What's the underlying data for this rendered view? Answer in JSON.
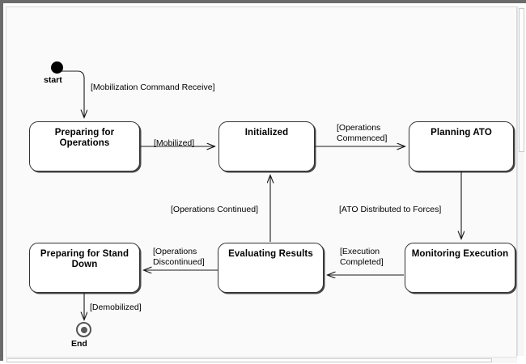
{
  "diagram": {
    "type": "uml-state-machine",
    "title": "",
    "colors": {
      "background": "#fafafa",
      "node_fill": "#ffffff",
      "node_stroke": "#333333",
      "edge_stroke": "#1a1a1a",
      "frame": "#6b6b6b"
    },
    "pseudo_states": [
      {
        "id": "start",
        "kind": "initial",
        "caption": "start"
      },
      {
        "id": "end",
        "kind": "final",
        "caption": "End"
      }
    ],
    "states": [
      {
        "id": "preparing-for-operations",
        "label": "Preparing for\nOperations"
      },
      {
        "id": "initialized",
        "label": "Initialized"
      },
      {
        "id": "planning-ato",
        "label": "Planning ATO"
      },
      {
        "id": "monitoring-execution",
        "label": "Monitoring Execution"
      },
      {
        "id": "evaluating-results",
        "label": "Evaluating Results"
      },
      {
        "id": "preparing-for-stand-down",
        "label": "Preparing for Stand\nDown"
      }
    ],
    "transitions": [
      {
        "id": "t1",
        "from": "start",
        "to": "preparing-for-operations",
        "guard": "[Mobilization Command Receive]"
      },
      {
        "id": "t2",
        "from": "preparing-for-operations",
        "to": "initialized",
        "guard": "[Mobilized]"
      },
      {
        "id": "t3",
        "from": "initialized",
        "to": "planning-ato",
        "guard": "[Operations\nCommenced]"
      },
      {
        "id": "t4",
        "from": "planning-ato",
        "to": "monitoring-execution",
        "guard": "[ATO Distributed to Forces]"
      },
      {
        "id": "t5",
        "from": "monitoring-execution",
        "to": "evaluating-results",
        "guard": "[Execution\nCompleted]"
      },
      {
        "id": "t6",
        "from": "evaluating-results",
        "to": "initialized",
        "guard": "[Operations Continued]"
      },
      {
        "id": "t7",
        "from": "evaluating-results",
        "to": "preparing-for-stand-down",
        "guard": "[Operations\nDiscontinued]"
      },
      {
        "id": "t8",
        "from": "preparing-for-stand-down",
        "to": "end",
        "guard": "[Demobilized]"
      }
    ]
  },
  "scrollbars": {
    "vertical_label": "vertical-scrollbar",
    "horizontal_label": "horizontal-scrollbar"
  }
}
